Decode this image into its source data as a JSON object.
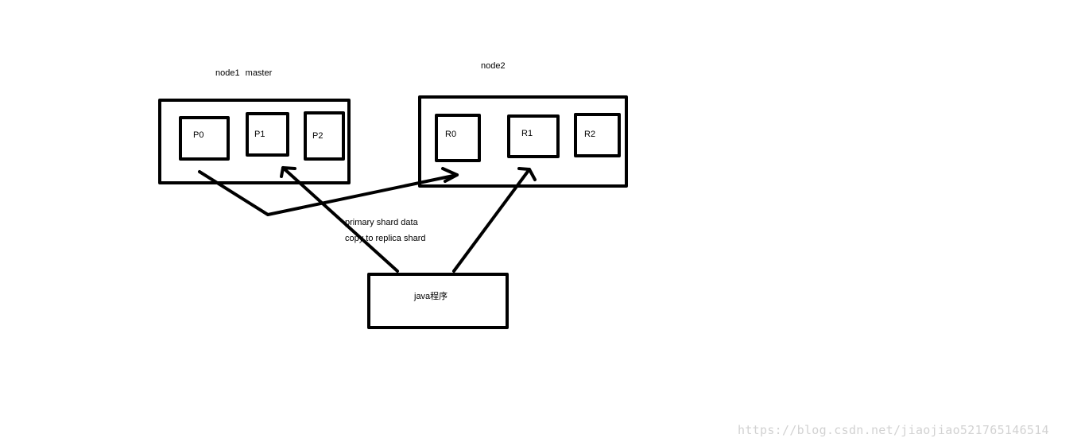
{
  "diagram": {
    "node1": {
      "name": "node1",
      "role": "master",
      "shards": [
        "P0",
        "P1",
        "P2"
      ]
    },
    "node2": {
      "name": "node2",
      "shards": [
        "R0",
        "R1",
        "R2"
      ]
    },
    "annotation": {
      "line1": "primary shard data",
      "line2": "copy to replica shard"
    },
    "client": {
      "label": "java程序"
    }
  },
  "watermark": "https://blog.csdn.net/jiaojiao521765146514"
}
